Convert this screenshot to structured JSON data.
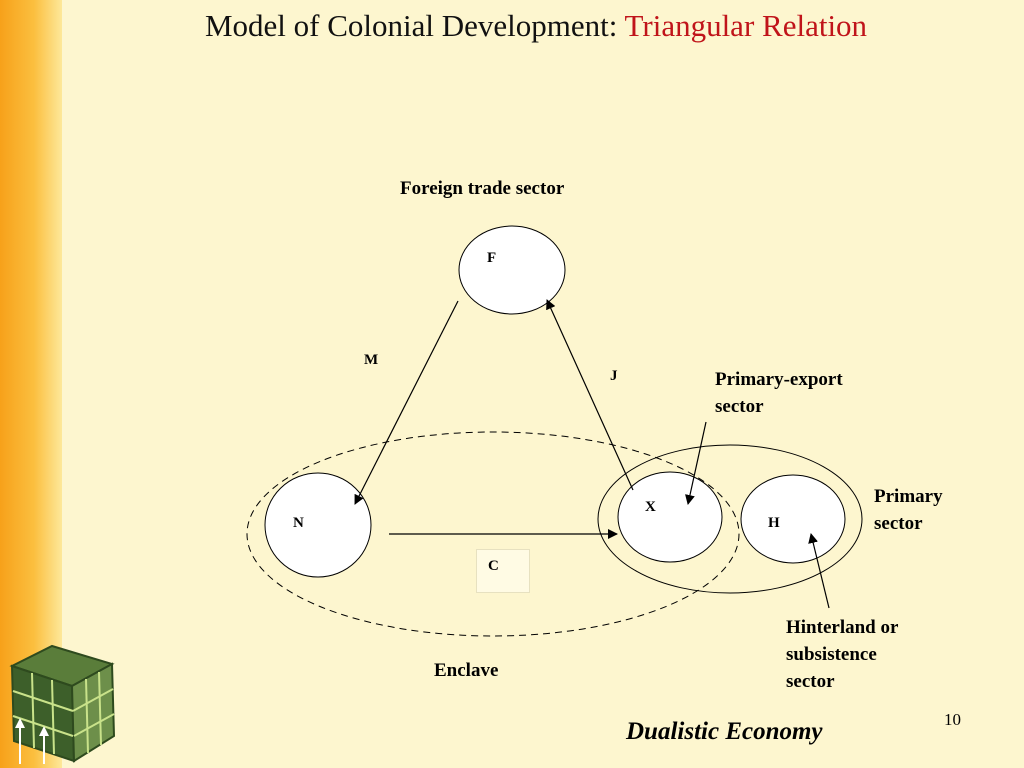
{
  "slide": {
    "title_main": "Model of Colonial Development: ",
    "title_accent": "Triangular Relation",
    "footer": "Dualistic Economy",
    "page_number": "10"
  },
  "colors": {
    "background": "#fdf6cf",
    "sidebar": "#f7a11a",
    "title_accent": "#c0141a"
  },
  "diagram": {
    "sector_labels": {
      "foreign_trade": "Foreign trade sector",
      "primary_export_line1": "Primary-export",
      "primary_export_line2": "sector",
      "primary_line1": "Primary",
      "primary_line2": "sector",
      "hinterland_line1": "Hinterland or",
      "hinterland_line2": "subsistence",
      "hinterland_line3": "sector",
      "enclave": "Enclave"
    },
    "nodes": {
      "f": "F",
      "n": "N",
      "x": "X",
      "h": "H"
    },
    "flows": {
      "m": "M",
      "j": "J",
      "c": "C"
    }
  }
}
